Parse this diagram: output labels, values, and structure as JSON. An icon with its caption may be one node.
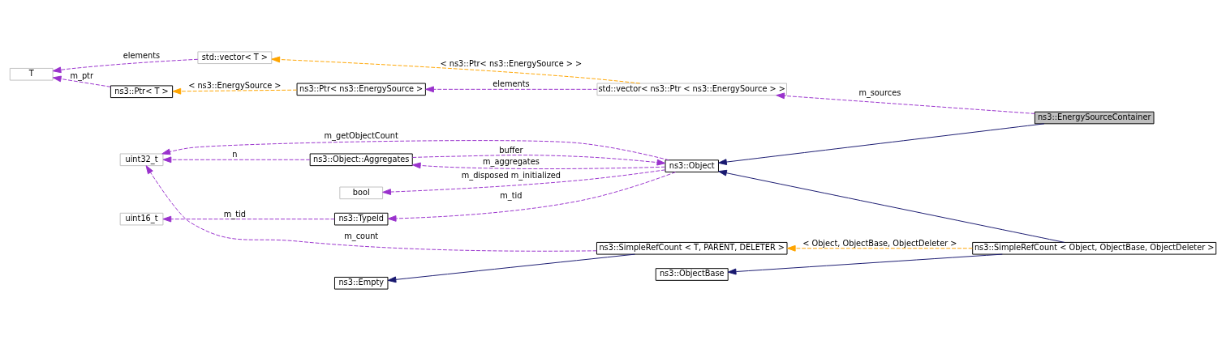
{
  "diagram": {
    "nodes": [
      {
        "text": [
          "ns3::EnergySourceContainer"
        ]
      },
      {
        "text": [
          "ns3::Object"
        ]
      },
      {
        "text": [
          "ns3::SimpleRefCount < Object, ObjectBase, ObjectDeleter >"
        ]
      },
      {
        "text": [
          "ns3::ObjectBase"
        ]
      },
      {
        "text": [
          "ns3::SimpleRefCount < T, PARENT, DELETER >"
        ]
      },
      {
        "text": [
          "ns3::Empty"
        ]
      },
      {
        "text": [
          "uint32_t"
        ]
      },
      {
        "text": [
          "ns3::TypeId"
        ]
      },
      {
        "text": [
          "uint16_t"
        ]
      },
      {
        "text": [
          "bool"
        ]
      },
      {
        "text": [
          "ns3::Object::Aggregates"
        ]
      },
      {
        "text": [
          "std::vector< ns3::Ptr < ns3::EnergySource > >"
        ]
      },
      {
        "text": [
          "ns3::Ptr< ns3::EnergySource >"
        ]
      },
      {
        "text": [
          "ns3::Ptr< T >"
        ]
      },
      {
        "text": [
          "T"
        ]
      },
      {
        "text": [
          "std::vector< T >"
        ]
      }
    ],
    "edges": [
      {
        "from": 0,
        "to": 1,
        "arrow": "to",
        "color": "#191970"
      },
      {
        "from": 2,
        "to": 1,
        "arrow": "to",
        "color": "#191970"
      },
      {
        "from": 2,
        "to": 3,
        "arrow": "to",
        "color": "#191970"
      },
      {
        "from": 4,
        "to": 5,
        "arrow": "to",
        "color": "#191970"
      },
      {
        "from": 2,
        "to": 4,
        "arrow": "to",
        "label": "< Object, ObjectBase, ObjectDeleter >",
        "style": "dashed",
        "color": "#ffa500"
      },
      {
        "from": 1,
        "to": 6,
        "arrow": "to",
        "label": "m_getObjectCount",
        "style": "dashed"
      },
      {
        "from": 4,
        "to": 6,
        "arrow": "to",
        "label": "m_count",
        "style": "dashed"
      },
      {
        "from": 10,
        "to": 6,
        "arrow": "to",
        "label": "n",
        "style": "dashed"
      },
      {
        "from": 7,
        "to": 8,
        "arrow": "to",
        "label": "m_tid",
        "style": "dashed"
      },
      {
        "from": 1,
        "to": 7,
        "arrow": "to",
        "label": "m_tid",
        "style": "dashed"
      },
      {
        "from": 1,
        "to": 9,
        "arrow": "to",
        "label": "m_disposed m_initialized",
        "style": "dashed"
      },
      {
        "from": 10,
        "to": 1,
        "arrow": "to",
        "label": "buffer",
        "style": "dashed"
      },
      {
        "from": 1,
        "to": 10,
        "arrow": "to",
        "label": "m_aggregates",
        "style": "dashed"
      },
      {
        "from": 0,
        "to": 11,
        "arrow": "to",
        "label": "m_sources",
        "style": "dashed"
      },
      {
        "from": 11,
        "to": 12,
        "arrow": "to",
        "label": "elements",
        "style": "dashed"
      },
      {
        "from": 12,
        "to": 13,
        "arrow": "to",
        "label": "< ns3::EnergySource >",
        "style": "dashed",
        "color": "#ffa500"
      },
      {
        "from": 13,
        "to": 14,
        "arrow": "to",
        "label": "m_ptr",
        "style": "dashed"
      },
      {
        "from": 15,
        "to": 14,
        "arrow": "to",
        "label": "elements",
        "style": "dashed"
      },
      {
        "from": 11,
        "to": 15,
        "arrow": "to",
        "label": "< ns3::Ptr< ns3::EnergySource > >",
        "style": "dashed",
        "color": "#ffa500"
      }
    ]
  }
}
